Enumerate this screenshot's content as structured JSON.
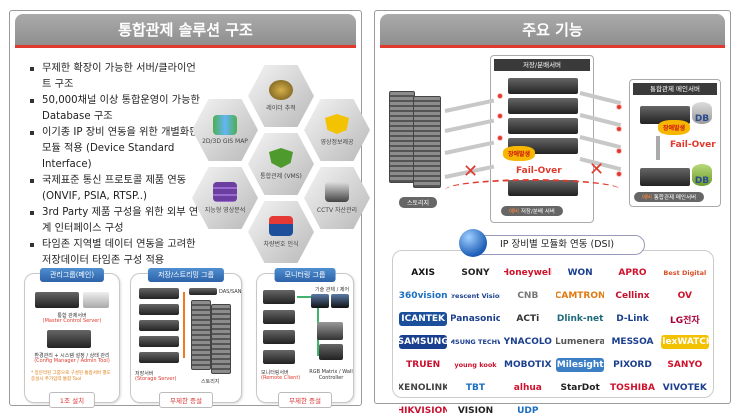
{
  "left_panel": {
    "title": "통합관제 솔루션 구조",
    "bullets": [
      "무제한 확장이 가능한 서버/클라이언트 구조",
      "50,000채널 이상 통합운영이 가능한 Database 구조",
      "이기종 IP 장비 연동을 위한 개별화된 모듈 적용 (Device Standard Interface)",
      "국제표준 통신 프로토콜 제품 연동 (ONVIF, PSIA, RTSP..)",
      "3rd Party 제품 구성을 위한 외부 연계 인터페이스 구성",
      "타임존 지역별 데이터 연동을 고려한 저장데이터 타임존 구성 적용"
    ],
    "hexagons": [
      {
        "label": "레이더 추적",
        "icon": "radar-icon"
      },
      {
        "label": "2D/3D GIS MAP",
        "icon": "map-icon"
      },
      {
        "label": "영상정보제공",
        "icon": "warning-shield-icon"
      },
      {
        "label": "통합관제 (VMS)",
        "icon": "shield-icon"
      },
      {
        "label": "지능형 영상분석",
        "icon": "film-icon"
      },
      {
        "label": "CCTV 자산관리",
        "icon": "cctv-icon"
      },
      {
        "label": "차량번호 인식",
        "icon": "car-icon"
      }
    ],
    "groups": [
      {
        "title": "관리그룹(메인)",
        "items": [
          "통합 관제서버",
          "(Master Control Server)",
          "환경관리 + 시스템 설정 / 상태 관리",
          "(Config Manager / Admin Tool)"
        ],
        "note": "* 망분리된 그룹으로 구성된 통합서버 별도 증설시 추가입력 통합 Tool",
        "footer": "1조 설치"
      },
      {
        "title": "저장/스트리밍 그룹",
        "items": [
          "저장서버",
          "(Storage Server)",
          "스토리지",
          "DAS/SAN"
        ],
        "footer": "무제한 증설"
      },
      {
        "title": "모니터링 그룹",
        "items": [
          "기술 관제 / 제어",
          "모니터링서버",
          "(Remote Client)",
          "RGB Matrix / Wall Controller"
        ],
        "footer": "무제한 증설"
      }
    ]
  },
  "right_panel": {
    "title": "주요 기능",
    "storage_label": "스토리지",
    "distributed_box_title": "저장/분배서버",
    "distributed_box_footer_highlight": "예비",
    "distributed_box_footer": "저장/분배 서버",
    "main_box_title": "통합관제 메인서버",
    "main_box_footer_highlight": "예비",
    "main_box_footer": "통합관제 메인서버",
    "fault_label": "장애발생",
    "failover_label": "Fail-Over",
    "db_label": "DB",
    "dsi_title": "IP 장비별 모듈화 연동 (DSI)",
    "vendors": [
      {
        "name": "AXIS",
        "color": "#111111"
      },
      {
        "name": "SONY",
        "color": "#222222"
      },
      {
        "name": "Honeywell",
        "color": "#d0112b"
      },
      {
        "name": "WON",
        "color": "#1b3f8f"
      },
      {
        "name": "APRO",
        "color": "#d0112b"
      },
      {
        "name": "Best Digital",
        "color": "#d4502a"
      },
      {
        "name": "360vision",
        "color": "#1b6fc0"
      },
      {
        "name": "Crescent Vision",
        "color": "#1b3f8f"
      },
      {
        "name": "CNB",
        "color": "#777777"
      },
      {
        "name": "CAMTRON",
        "color": "#e07a10"
      },
      {
        "name": "Cellinx",
        "color": "#c8102e"
      },
      {
        "name": "OV",
        "color": "#d0112b"
      },
      {
        "name": "ICANTEK",
        "color": "#ffffff"
      },
      {
        "name": "Panasonic",
        "color": "#1b3f8f"
      },
      {
        "name": "ACTi",
        "color": "#333333"
      },
      {
        "name": "Dlink-net",
        "color": "#1e6b7b"
      },
      {
        "name": "D-Link",
        "color": "#1b3f8f"
      },
      {
        "name": "LG전자",
        "color": "#a50034"
      },
      {
        "name": "SAMSUNG",
        "color": "#ffffff"
      },
      {
        "name": "SAMSUNG TECHWIN",
        "color": "#1b3f8f"
      },
      {
        "name": "DYNACOLOR",
        "color": "#1b3f8f"
      },
      {
        "name": "Lumenera",
        "color": "#555555"
      },
      {
        "name": "MESSOA",
        "color": "#1b3f8f"
      },
      {
        "name": "FlexWATCH",
        "color": "#ffffff"
      },
      {
        "name": "TRUEN",
        "color": "#c8102e"
      },
      {
        "name": "young kook",
        "color": "#c8102e"
      },
      {
        "name": "MOBOTIX",
        "color": "#1b3f8f"
      },
      {
        "name": "Milesight",
        "color": "#ffffff"
      },
      {
        "name": "PIXORD",
        "color": "#1b3f8f"
      },
      {
        "name": "SANYO",
        "color": "#d0112b"
      },
      {
        "name": "XENOLINK",
        "color": "#444444"
      },
      {
        "name": "TBT",
        "color": "#1b6fc0"
      },
      {
        "name": "alhua",
        "color": "#d0112b"
      },
      {
        "name": "StarDot",
        "color": "#222222"
      },
      {
        "name": "TOSHIBA",
        "color": "#d0112b"
      },
      {
        "name": "VIVOTEK",
        "color": "#1b3f8f"
      },
      {
        "name": "HIKVISION",
        "color": "#c8102e"
      },
      {
        "name": "VISION",
        "color": "#222222"
      },
      {
        "name": "UDP",
        "color": "#1b6fc0"
      }
    ]
  },
  "colors": {
    "accent_red": "#e03a2e",
    "header_gray": "#9c9c9c",
    "group_blue": "#2d62a9"
  }
}
